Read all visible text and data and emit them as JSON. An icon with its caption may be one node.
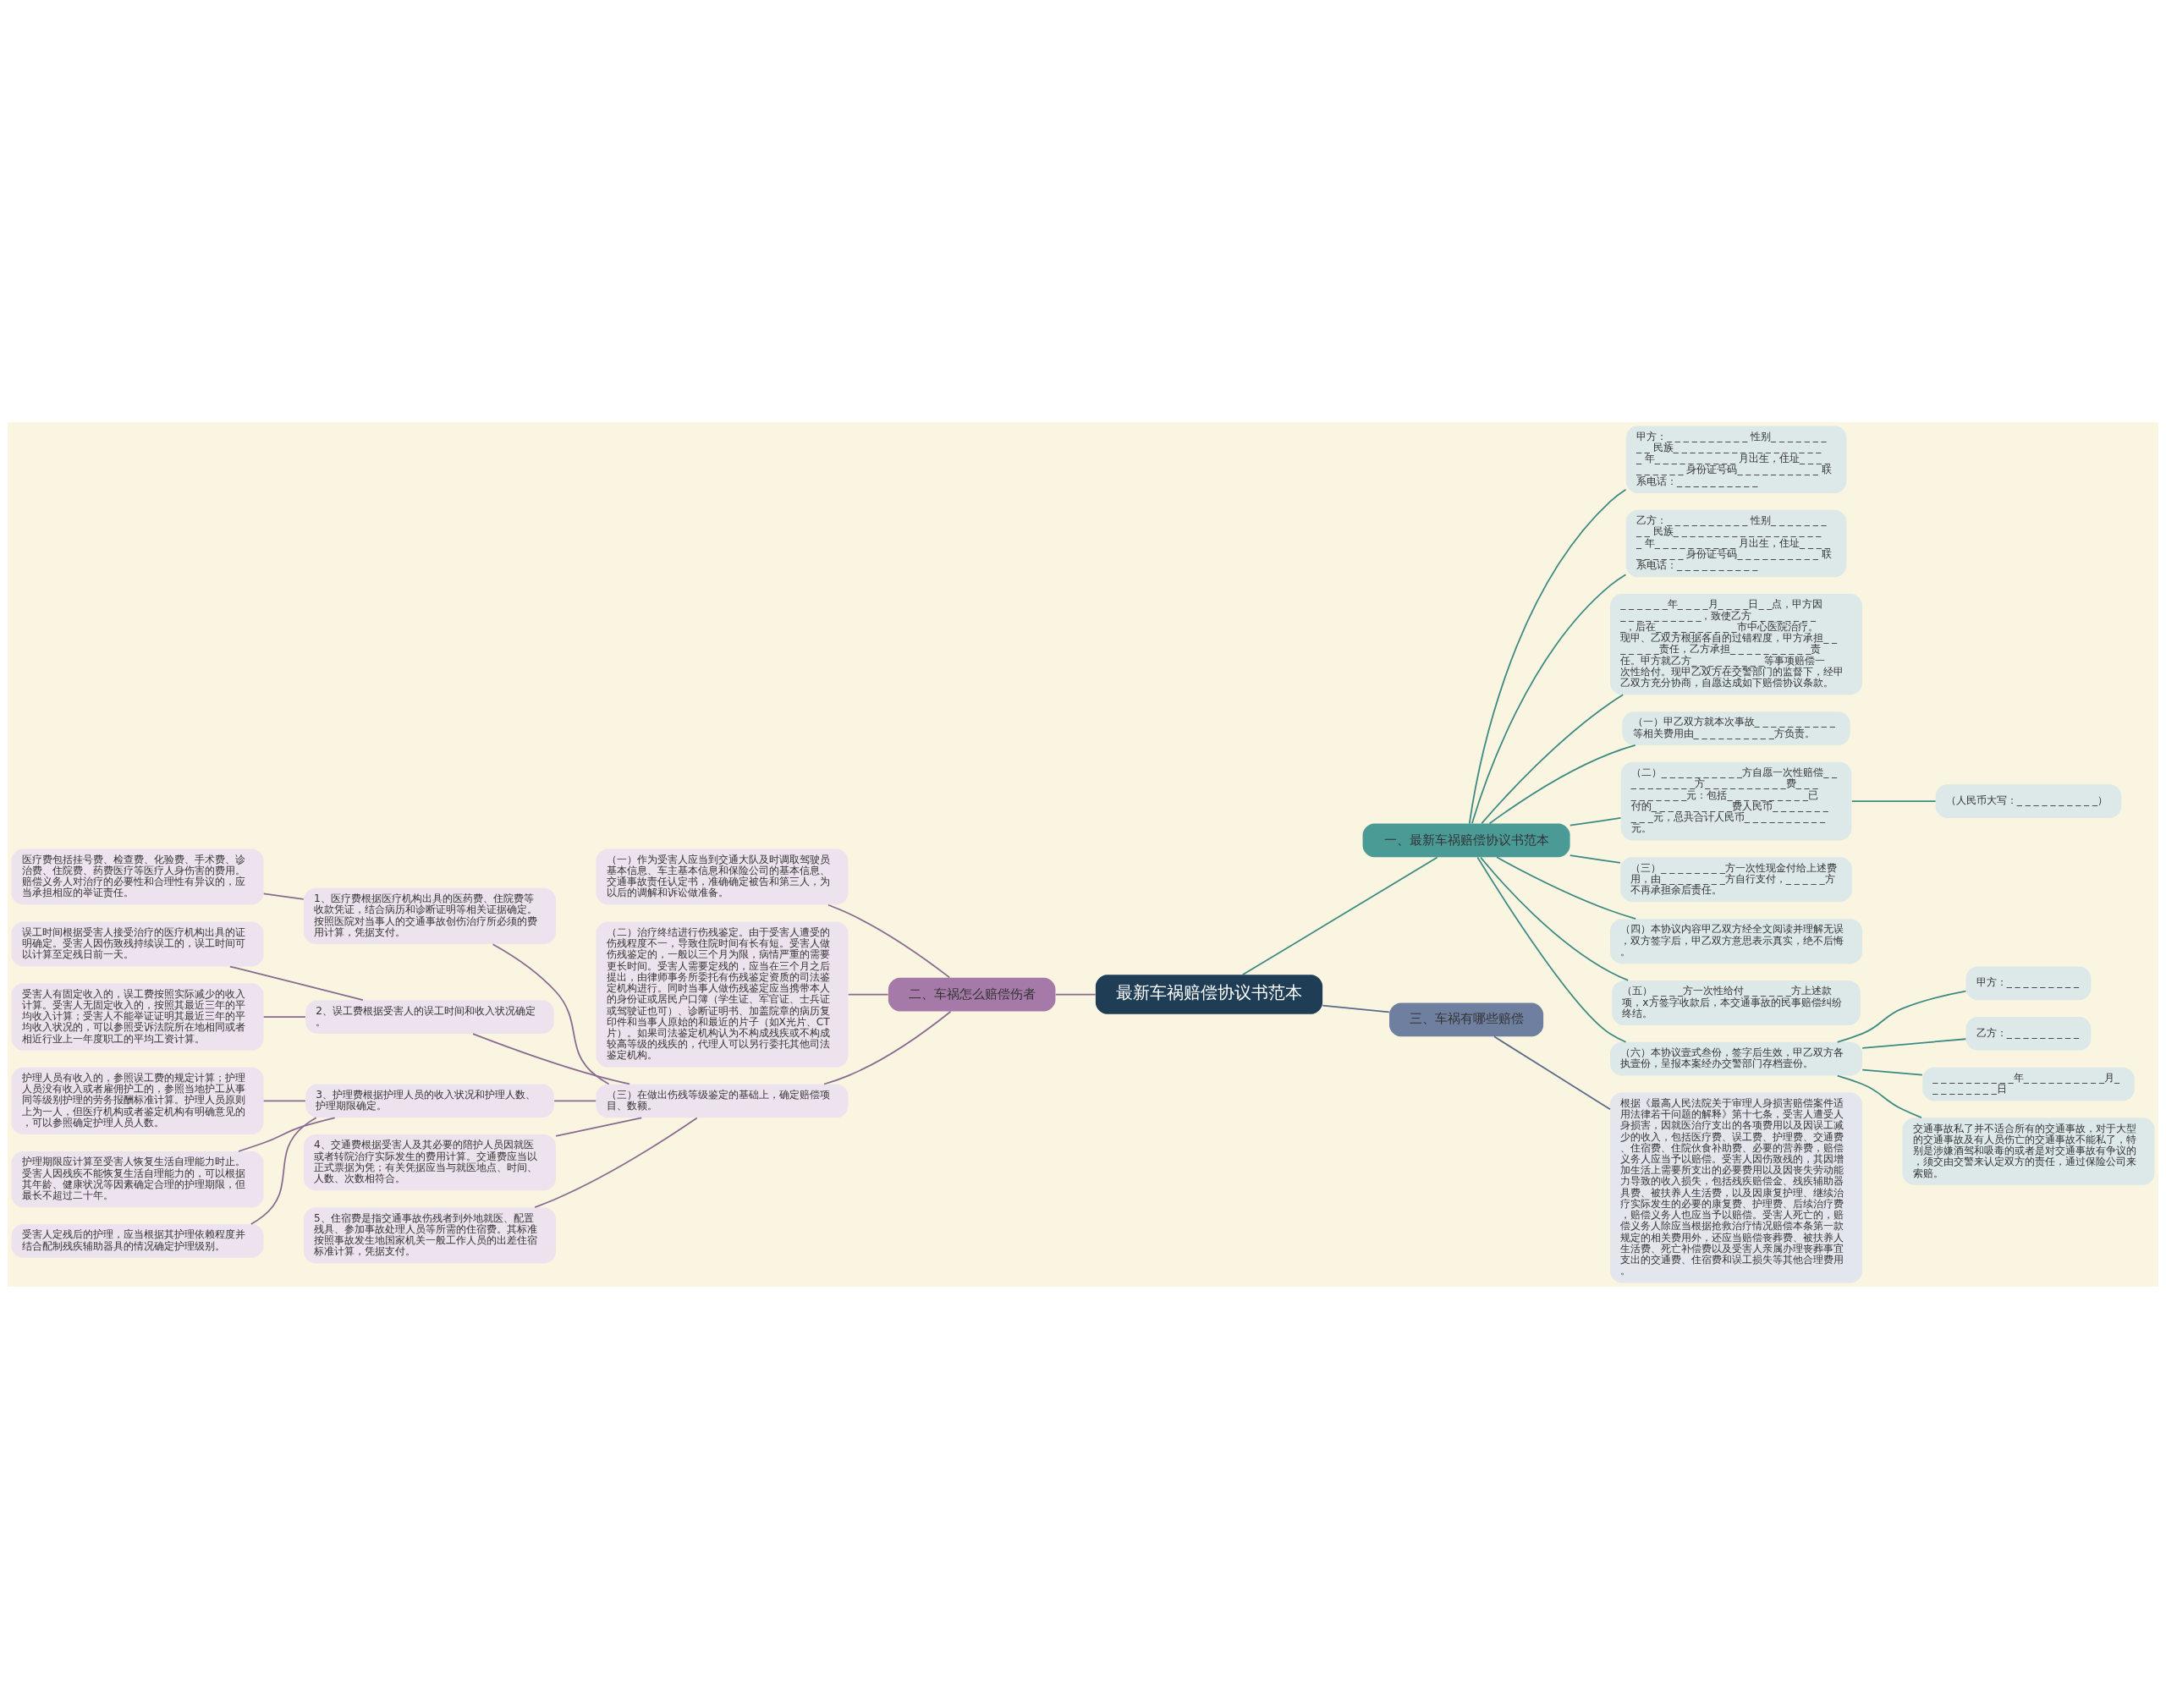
{
  "diagram": {
    "nodes": [
      {
        "text": [
          "最新车祸赔偿协议书范本"
        ]
      },
      {
        "text": [
          "一、最新车祸赔偿协议书范本"
        ]
      },
      {
        "text": [
          "甲方：_ _ _ _ _ _ _ _ _ _ 性别_ _ _ _ _ _ _ _ _ 民族_ _ _ _ _ _ _ _ _ _ _ _ _ _ _ _ _ _ _ 年_ _ _ _ _ _ _ _ _ _ 月出生，住址_ _ _ _ _ _ _ _ _ _ 身份证号码_ _ _ _ _ _ _ _ _ _ 联系电话：_ _ _ _ _ _ _ _ _ _"
        ]
      },
      {
        "text": [
          "乙方：_ _ _ _ _ _ _ _ _ _ 性别_ _ _ _ _ _ _ _ _ 民族_ _ _ _ _ _ _ _ _ _ _ _ _ _ _ _ _ _ _ 年_ _ _ _ _ _ _ _ _ _ 月出生，住址_ _ _ _ _ _ _ _ _ _ 身份证号码_ _ _ _ _ _ _ _ _ _ 联系电话：_ _ _ _ _ _ _ _ _ _"
        ]
      },
      {
        "text": [
          "_ _ _ _ _ _年_ _ _ _月_ _ _ _日_ _点，甲方因_ _ _ _ _ _ _ _ _ _，致使乙方_ _ _ _ _ _ _ _ _，后在_ _ _ _ _ _ _ _ _ _市中心医院治疗。现甲、乙双方根据各自的过错程度，甲方承担_ _ _ _ _ _ _责任，乙方承担_ _ _ _ _ _ _ _ _ _责任。甲方就乙方_ _ _ _ _ _ _ _ _等事项赔偿一次性给付。现甲乙双方在交警部门的监督下，经甲乙双方充分协商，自愿达成如下赔偿协议条款。"
        ]
      },
      {
        "text": [
          "（一）甲乙双方就本次事故_ _ _ _ _ _ _ _ _ _等相关费用由_ _ _ _ _ _ _ _ _ _方负责。"
        ]
      },
      {
        "text": [
          "（二）_ _ _ _ _ _ _ _ _ _方自愿一次性赔偿_ _ _ _ _ _ _ _ _ _方_ _ _ _ _ _ _ _ _ _费_ _ _ _ _ _ _ _ _ _元：包括_ _ _ _ _ _ _ _ _ _已付的_ _ _ _ _ _ _ _ _ _费人民币_ _ _ _ _ _ _ _ _ _元，总共合计人民币_ _ _ _ _ _ _ _ _ _元。"
        ]
      },
      {
        "text": [
          "（人民币大写：_ _ _ _ _ _ _ _ _ _）"
        ]
      },
      {
        "text": [
          "（三）_ _ _ _ _ _ _ _方一次性现金付给上述费用，由_ _ _ _ _ _ _ _方自行支付，_ _ _ _ _方不再承担余后责任。"
        ]
      },
      {
        "text": [
          "（四）本协议内容甲乙双方经全文阅读并理解无误，双方签字后，甲乙双方意思表示真实，绝不后悔。"
        ]
      },
      {
        "text": [
          "（五）_ _ _ _方一次性给付_ _ _ _ _ _方上述款项，x方签字收款后，本交通事故的民事赔偿纠纷终结。"
        ]
      },
      {
        "text": [
          "（六）本协议壹式叁份，签字后生效，甲乙双方各执壹份，呈报本案经办交警部门存档壹份。"
        ]
      },
      {
        "text": [
          "甲方：_ _ _ _ _ _ _ _ _"
        ]
      },
      {
        "text": [
          "乙方：_ _ _ _ _ _ _ _ _"
        ]
      },
      {
        "text": [
          "_ _ _ _ _ _ _ _ _ _年_ _ _ _ _ _ _ _ _ _月_ _ _ _ _ _ _ _ _日"
        ]
      },
      {
        "text": [
          "交通事故私了并不适合所有的交通事故，对于大型的交通事故及有人员伤亡的交通事故不能私了，特别是涉嫌酒驾和吸毒的或者是对交通事故有争议的，须交由交警来认定双方的责任，通过保险公司来索赔。"
        ]
      },
      {
        "text": [
          "二、车祸怎么赔偿伤者"
        ]
      },
      {
        "text": [
          "（一）作为受害人应当到交通大队及时调取驾驶员基本信息、车主基本信息和保险公司的基本信息、交通事故责任认定书，准确确定被告和第三人，为以后的调解和诉讼做准备。"
        ]
      },
      {
        "text": [
          "（二）治疗终结进行伤残鉴定。由于受害人遭受的伤残程度不一，导致住院时间有长有短。受害人做伤残鉴定的，一般以三个月为限，病情严重的需要更长时间。受害人需要定残的，应当在三个月之后提出，由律师事务所委托有伤残鉴定资质的司法鉴定机构进行。同时当事人做伤残鉴定应当携带本人的身份证或居民户口簿（学生证、军官证、士兵证或驾驶证也可）、诊断证明书、加盖院章的病历复印件和当事人原始的和最近的片子（如X光片、CT片）。如果司法鉴定机构认为不构成残疾或不构成较高等级的残疾的，代理人可以另行委托其他司法鉴定机构。"
        ]
      },
      {
        "text": [
          "（三）在做出伤残等级鉴定的基础上，确定赔偿项目、数额。"
        ]
      },
      {
        "text": [
          "1、医疗费根据医疗机构出具的医药费、住院费等收款凭证，结合病历和诊断证明等相关证据确定。按照医院对当事人的交通事故创伤治疗所必须的费用计算，凭据支付。"
        ]
      },
      {
        "text": [
          "医疗费包括挂号费、检查费、化验费、手术费、诊治费、住院费、药费医疗等医疗人身伤害的费用。赔偿义务人对治疗的必要性和合理性有异议的，应当承担相应的举证责任。"
        ]
      },
      {
        "text": [
          "2、误工费根据受害人的误工时间和收入状况确定。"
        ]
      },
      {
        "text": [
          "误工时间根据受害人接受治疗的医疗机构出具的证明确定。受害人因伤致残持续误工的，误工时间可以计算至定残日前一天。"
        ]
      },
      {
        "text": [
          "受害人有固定收入的，误工费按照实际减少的收入计算。受害人无固定收入的，按照其最近三年的平均收入计算；受害人不能举证证明其最近三年的平均收入状况的，可以参照受诉法院所在地相同或者相近行业上一年度职工的平均工资计算。"
        ]
      },
      {
        "text": [
          "3、护理费根据护理人员的收入状况和护理人数、护理期限确定。"
        ]
      },
      {
        "text": [
          "护理人员有收入的，参照误工费的规定计算；护理人员没有收入或者雇佣护工的，参照当地护工从事同等级别护理的劳务报酬标准计算。护理人员原则上为一人，但医疗机构或者鉴定机构有明确意见的，可以参照确定护理人员人数。"
        ]
      },
      {
        "text": [
          "护理期限应计算至受害人恢复生活自理能力时止。受害人因残疾不能恢复生活自理能力的，可以根据其年龄、健康状况等因素确定合理的护理期限，但最长不超过二十年。"
        ]
      },
      {
        "text": [
          "受害人定残后的护理，应当根据其护理依赖程度并结合配制残疾辅助器具的情况确定护理级别。"
        ]
      },
      {
        "text": [
          "4、交通费根据受害人及其必要的陪护人员因就医或者转院治疗实际发生的费用计算。交通费应当以正式票据为凭；有关凭据应当与就医地点、时间、人数、次数相符合。"
        ]
      },
      {
        "text": [
          "5、住宿费是指交通事故伤残者到外地就医、配置残具、参加事故处理人员等所需的住宿费。其标准按照事故发生地国家机关一般工作人员的出差住宿标准计算，凭据支付。"
        ]
      },
      {
        "text": [
          "三、车祸有哪些赔偿"
        ]
      },
      {
        "text": [
          "根据《最高人民法院关于审理人身损害赔偿案件适用法律若干问题的解释》第十七条，受害人遭受人身损害，因就医治疗支出的各项费用以及因误工减少的收入，包括医疗费、误工费、护理费、交通费、住宿费、住院伙食补助费、必要的营养费，赔偿义务人应当予以赔偿。受害人因伤致残的，其因增加生活上需要所支出的必要费用以及因丧失劳动能力导致的收入损失，包括残疾赔偿金、残疾辅助器具费、被扶养人生活费，以及因康复护理、继续治疗实际发生的必要的康复费、护理费、后续治疗费，赔偿义务人也应当予以赔偿。受害人死亡的，赔偿义务人除应当根据抢救治疗情况赔偿本条第一款规定的相关费用外，还应当赔偿丧葬费、被扶养人生活费、死亡补偿费以及受害人亲属办理丧葬事宜支出的交通费、住宿费和误工损失等其他合理费用。"
        ]
      }
    ],
    "edges": [
      {
        "from": 0,
        "to": 1,
        "arrow": "none",
        "color": "#3d8a85"
      },
      {
        "from": 1,
        "to": 2,
        "arrow": "none",
        "color": "#3d8a85"
      },
      {
        "from": 1,
        "to": 3,
        "arrow": "none",
        "color": "#3d8a85"
      },
      {
        "from": 1,
        "to": 4,
        "arrow": "none",
        "color": "#3d8a85"
      },
      {
        "from": 1,
        "to": 5,
        "arrow": "none",
        "color": "#3d8a85"
      },
      {
        "from": 1,
        "to": 6,
        "arrow": "none",
        "color": "#3d8a85"
      },
      {
        "from": 6,
        "to": 7,
        "arrow": "none",
        "color": "#3d8a85"
      },
      {
        "from": 1,
        "to": 8,
        "arrow": "none",
        "color": "#3d8a85"
      },
      {
        "from": 1,
        "to": 9,
        "arrow": "none",
        "color": "#3d8a85"
      },
      {
        "from": 1,
        "to": 10,
        "arrow": "none",
        "color": "#3d8a85"
      },
      {
        "from": 1,
        "to": 11,
        "arrow": "none",
        "color": "#3d8a85"
      },
      {
        "from": 11,
        "to": 12,
        "arrow": "none",
        "color": "#3d8a85"
      },
      {
        "from": 11,
        "to": 13,
        "arrow": "none",
        "color": "#3d8a85"
      },
      {
        "from": 11,
        "to": 14,
        "arrow": "none",
        "color": "#3d8a85"
      },
      {
        "from": 11,
        "to": 15,
        "arrow": "none",
        "color": "#3d8a85"
      },
      {
        "from": 0,
        "to": 16,
        "arrow": "none"
      },
      {
        "from": 16,
        "to": 17,
        "arrow": "none"
      },
      {
        "from": 16,
        "to": 18,
        "arrow": "none"
      },
      {
        "from": 16,
        "to": 19,
        "arrow": "none"
      },
      {
        "from": 19,
        "to": 20,
        "arrow": "none"
      },
      {
        "from": 20,
        "to": 21,
        "arrow": "none"
      },
      {
        "from": 19,
        "to": 22,
        "arrow": "none"
      },
      {
        "from": 22,
        "to": 23,
        "arrow": "none"
      },
      {
        "from": 22,
        "to": 24,
        "arrow": "none"
      },
      {
        "from": 19,
        "to": 25,
        "arrow": "none"
      },
      {
        "from": 25,
        "to": 26,
        "arrow": "none"
      },
      {
        "from": 25,
        "to": 27,
        "arrow": "none"
      },
      {
        "from": 25,
        "to": 28,
        "arrow": "none"
      },
      {
        "from": 19,
        "to": 29,
        "arrow": "none"
      },
      {
        "from": 19,
        "to": 30,
        "arrow": "none"
      },
      {
        "from": 0,
        "to": 31,
        "arrow": "none",
        "color": "#5a6a8a"
      },
      {
        "from": 31,
        "to": 32,
        "arrow": "none",
        "color": "#5a6a8a"
      }
    ]
  }
}
